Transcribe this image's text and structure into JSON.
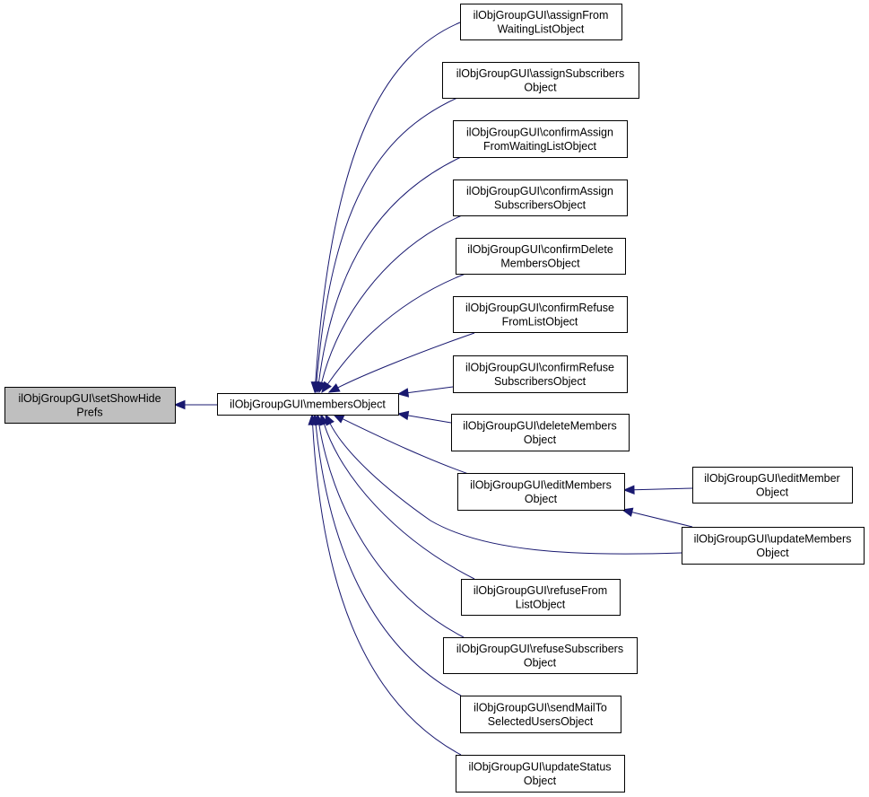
{
  "nodes": [
    {
      "id": "setShowHidePrefs",
      "lines": [
        "ilObjGroupGUI\\setShowHide",
        "Prefs"
      ],
      "highlighted": true
    },
    {
      "id": "membersObject",
      "lines": [
        "ilObjGroupGUI\\membersObject"
      ]
    },
    {
      "id": "assignFromWaitingListObject",
      "lines": [
        "ilObjGroupGUI\\assignFrom",
        "WaitingListObject"
      ]
    },
    {
      "id": "assignSubscribersObject",
      "lines": [
        "ilObjGroupGUI\\assignSubscribers",
        "Object"
      ]
    },
    {
      "id": "confirmAssignFromWaitingListObject",
      "lines": [
        "ilObjGroupGUI\\confirmAssign",
        "FromWaitingListObject"
      ]
    },
    {
      "id": "confirmAssignSubscribersObject",
      "lines": [
        "ilObjGroupGUI\\confirmAssign",
        "SubscribersObject"
      ]
    },
    {
      "id": "confirmDeleteMembersObject",
      "lines": [
        "ilObjGroupGUI\\confirmDelete",
        "MembersObject"
      ]
    },
    {
      "id": "confirmRefuseFromListObject",
      "lines": [
        "ilObjGroupGUI\\confirmRefuse",
        "FromListObject"
      ]
    },
    {
      "id": "confirmRefuseSubscribersObject",
      "lines": [
        "ilObjGroupGUI\\confirmRefuse",
        "SubscribersObject"
      ]
    },
    {
      "id": "deleteMembersObject",
      "lines": [
        "ilObjGroupGUI\\deleteMembers",
        "Object"
      ]
    },
    {
      "id": "editMembersObject",
      "lines": [
        "ilObjGroupGUI\\editMembers",
        "Object"
      ]
    },
    {
      "id": "editMemberObject",
      "lines": [
        "ilObjGroupGUI\\editMember",
        "Object"
      ]
    },
    {
      "id": "updateMembersObject",
      "lines": [
        "ilObjGroupGUI\\updateMembers",
        "Object"
      ]
    },
    {
      "id": "refuseFromListObject",
      "lines": [
        "ilObjGroupGUI\\refuseFrom",
        "ListObject"
      ]
    },
    {
      "id": "refuseSubscribersObject",
      "lines": [
        "ilObjGroupGUI\\refuseSubscribers",
        "Object"
      ]
    },
    {
      "id": "sendMailToSelectedUsersObject",
      "lines": [
        "ilObjGroupGUI\\sendMailTo",
        "SelectedUsersObject"
      ]
    },
    {
      "id": "updateStatusObject",
      "lines": [
        "ilObjGroupGUI\\updateStatus",
        "Object"
      ]
    }
  ],
  "edges": [
    {
      "from": "membersObject",
      "to": "setShowHidePrefs"
    },
    {
      "from": "assignFromWaitingListObject",
      "to": "membersObject"
    },
    {
      "from": "assignSubscribersObject",
      "to": "membersObject"
    },
    {
      "from": "confirmAssignFromWaitingListObject",
      "to": "membersObject"
    },
    {
      "from": "confirmAssignSubscribersObject",
      "to": "membersObject"
    },
    {
      "from": "confirmDeleteMembersObject",
      "to": "membersObject"
    },
    {
      "from": "confirmRefuseFromListObject",
      "to": "membersObject"
    },
    {
      "from": "confirmRefuseSubscribersObject",
      "to": "membersObject"
    },
    {
      "from": "deleteMembersObject",
      "to": "membersObject"
    },
    {
      "from": "editMembersObject",
      "to": "membersObject"
    },
    {
      "from": "updateMembersObject",
      "to": "membersObject"
    },
    {
      "from": "refuseFromListObject",
      "to": "membersObject"
    },
    {
      "from": "refuseSubscribersObject",
      "to": "membersObject"
    },
    {
      "from": "sendMailToSelectedUsersObject",
      "to": "membersObject"
    },
    {
      "from": "updateStatusObject",
      "to": "membersObject"
    },
    {
      "from": "editMemberObject",
      "to": "editMembersObject"
    },
    {
      "from": "updateMembersObject",
      "to": "editMembersObject"
    }
  ],
  "colors": {
    "edge": "#191970",
    "highlighted_fill": "#bfbfbf",
    "node_fill": "#ffffff",
    "border": "#000000"
  }
}
